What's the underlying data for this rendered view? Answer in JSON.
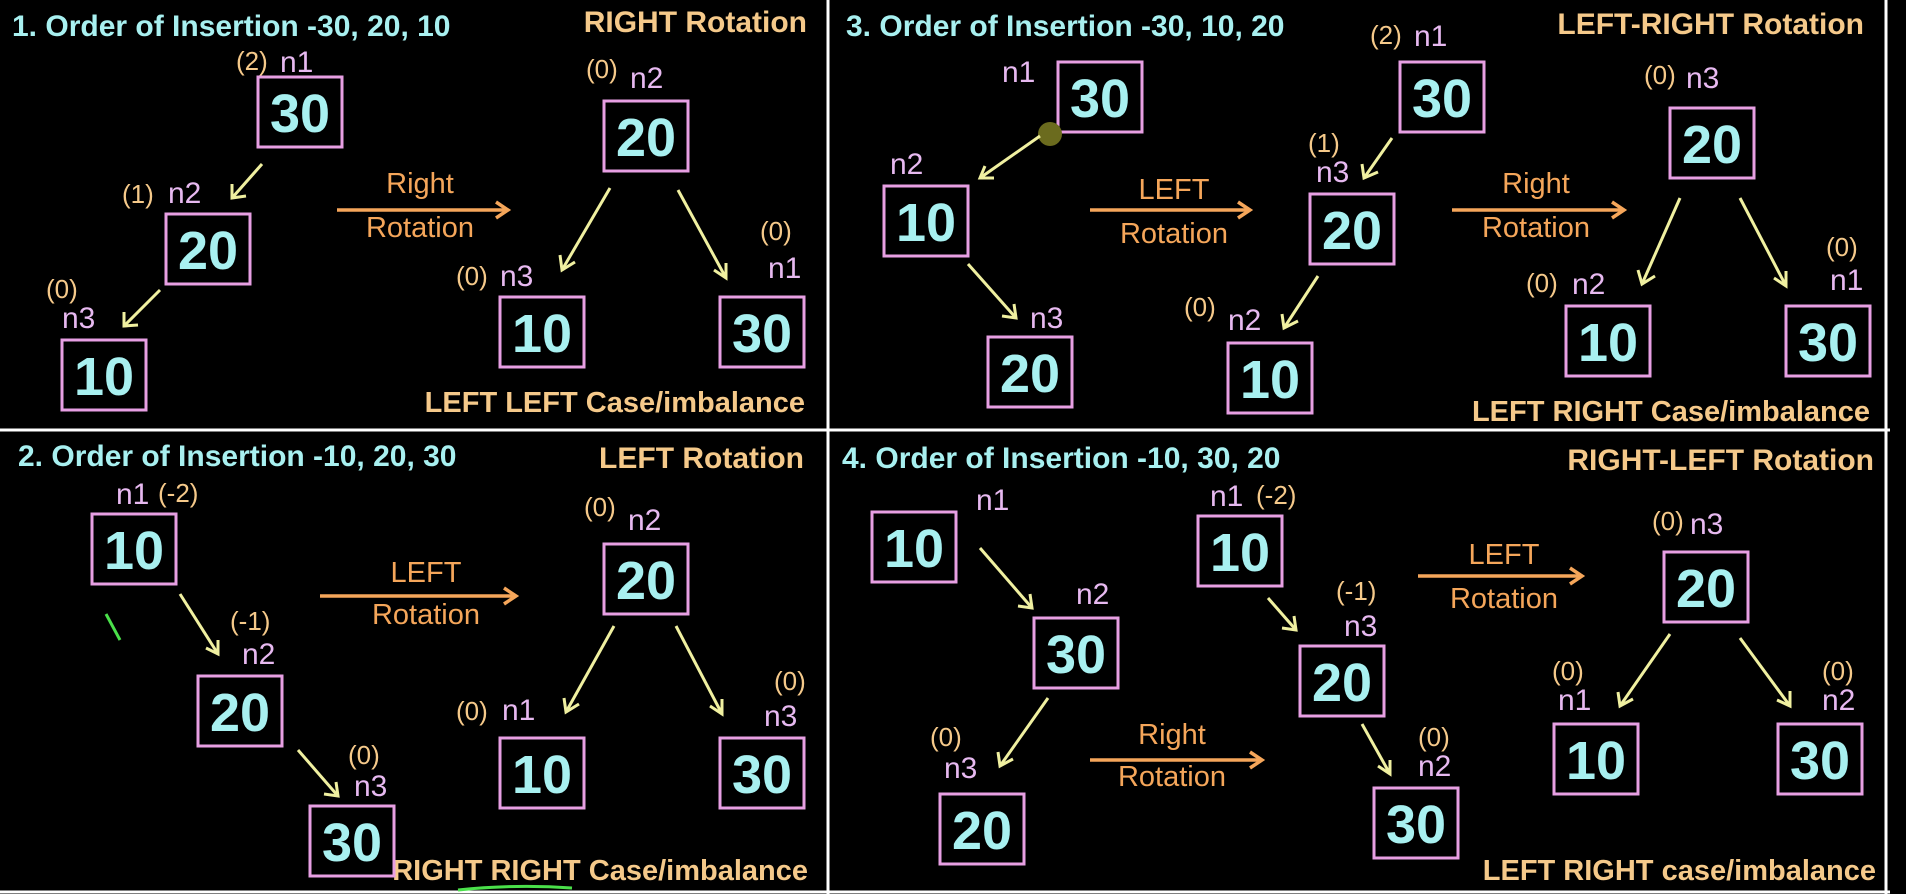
{
  "colors": {
    "background": "#000000",
    "title": "#a8f0f0",
    "rotation": "#f5c98a",
    "node_border": "#e79fe3",
    "node_value": "#a8f0f0",
    "node_label": "#e7b9f0",
    "balance": "#f5c98a",
    "edge": "#f0f0a0",
    "rotation_arrow": "#f5a65a"
  },
  "panels": [
    {
      "title": "1. Order of Insertion -30, 20, 10",
      "rotation": "RIGHT Rotation",
      "case": "LEFT LEFT Case/imbalance",
      "arrows": [
        {
          "line1": "Right",
          "line2": "Rotation"
        }
      ],
      "nodes": [
        {
          "value": "30",
          "label": "n1",
          "balance": "(2)"
        },
        {
          "value": "20",
          "label": "n2",
          "balance": "(1)"
        },
        {
          "value": "10",
          "label": "n3",
          "balance": "(0)"
        },
        {
          "value": "20",
          "label": "n2",
          "balance": "(0)"
        },
        {
          "value": "10",
          "label": "n3",
          "balance": "(0)"
        },
        {
          "value": "30",
          "label": "n1",
          "balance": "(0)"
        }
      ]
    },
    {
      "title": "3. Order of Insertion -30, 10, 20",
      "rotation": "LEFT-RIGHT Rotation",
      "case": "LEFT RIGHT Case/imbalance",
      "arrows": [
        {
          "line1": "LEFT",
          "line2": "Rotation"
        },
        {
          "line1": "Right",
          "line2": "Rotation"
        }
      ],
      "nodes": [
        {
          "value": "30",
          "label": "n1",
          "balance": ""
        },
        {
          "value": "10",
          "label": "n2",
          "balance": ""
        },
        {
          "value": "20",
          "label": "n3",
          "balance": ""
        },
        {
          "value": "30",
          "label": "n1",
          "balance": "(2)"
        },
        {
          "value": "20",
          "label": "n3",
          "balance": "(1)"
        },
        {
          "value": "10",
          "label": "n2",
          "balance": "(0)"
        },
        {
          "value": "20",
          "label": "n3",
          "balance": "(0)"
        },
        {
          "value": "10",
          "label": "n2",
          "balance": "(0)"
        },
        {
          "value": "30",
          "label": "n1",
          "balance": "(0)"
        }
      ]
    },
    {
      "title": "2. Order of Insertion -10, 20, 30",
      "rotation": "LEFT Rotation",
      "case": "RIGHT RIGHT Case/imbalance",
      "arrows": [
        {
          "line1": "LEFT",
          "line2": "Rotation"
        }
      ],
      "nodes": [
        {
          "value": "10",
          "label": "n1",
          "balance": "(-2)"
        },
        {
          "value": "20",
          "label": "n2",
          "balance": "(-1)"
        },
        {
          "value": "30",
          "label": "n3",
          "balance": "(0)"
        },
        {
          "value": "20",
          "label": "n2",
          "balance": "(0)"
        },
        {
          "value": "10",
          "label": "n1",
          "balance": "(0)"
        },
        {
          "value": "30",
          "label": "n3",
          "balance": "(0)"
        }
      ]
    },
    {
      "title": "4. Order of Insertion -10, 30, 20",
      "rotation": "RIGHT-LEFT Rotation",
      "case": "LEFT RIGHT case/imbalance",
      "arrows": [
        {
          "line1": "Right",
          "line2": "Rotation"
        },
        {
          "line1": "LEFT",
          "line2": "Rotation"
        }
      ],
      "nodes": [
        {
          "value": "10",
          "label": "n1",
          "balance": ""
        },
        {
          "value": "30",
          "label": "n2",
          "balance": ""
        },
        {
          "value": "20",
          "label": "n3",
          "balance": "(0)"
        },
        {
          "value": "10",
          "label": "n1",
          "balance": "(-2)"
        },
        {
          "value": "20",
          "label": "n3",
          "balance": "(-1)"
        },
        {
          "value": "30",
          "label": "n2",
          "balance": "(0)"
        },
        {
          "value": "20",
          "label": "n3",
          "balance": "(0)"
        },
        {
          "value": "10",
          "label": "n1",
          "balance": "(0)"
        },
        {
          "value": "30",
          "label": "n2",
          "balance": "(0)"
        }
      ]
    }
  ]
}
